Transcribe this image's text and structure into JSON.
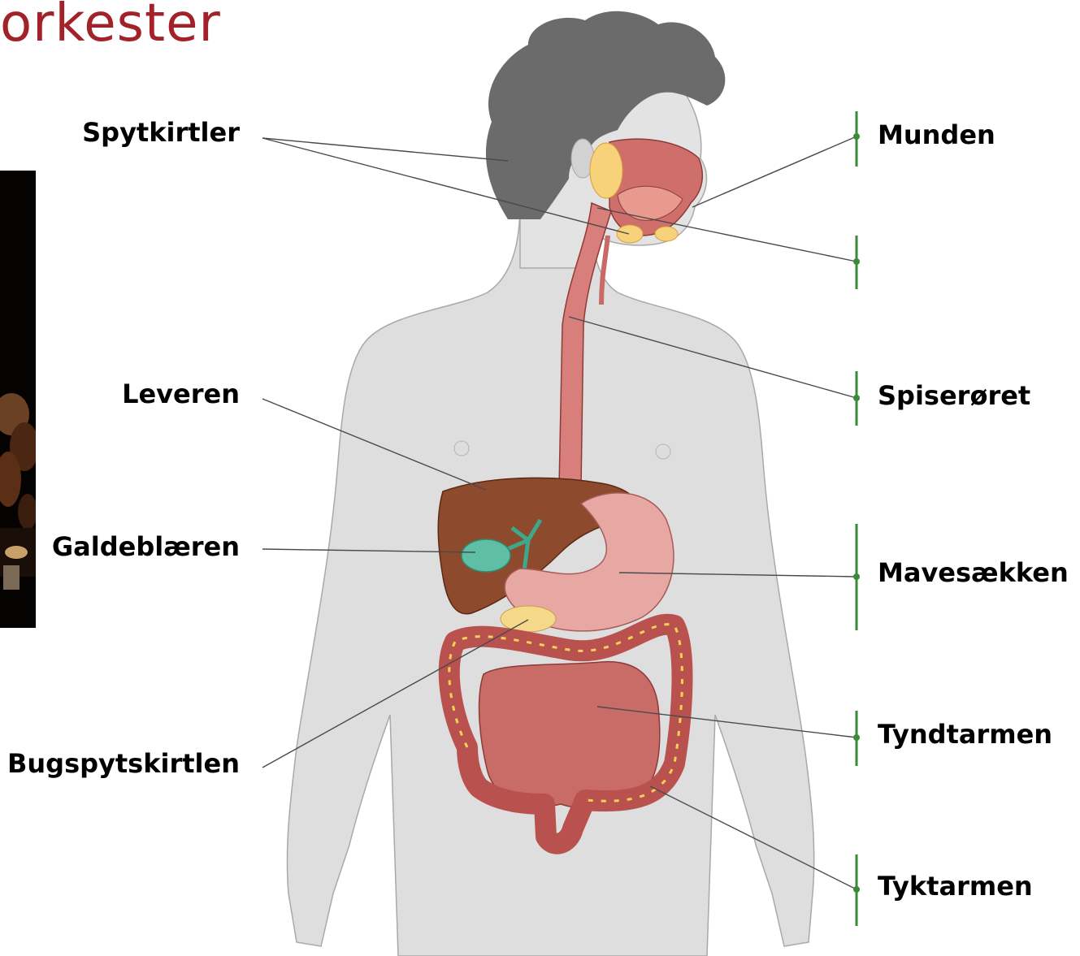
{
  "slide": {
    "title": "orkester"
  },
  "labels": {
    "left": {
      "salivary_glands": "Spytkirtler",
      "liver": "Leveren",
      "gallbladder": "Galdeblæren",
      "pancreas": "Bugspytskirtlen"
    },
    "right": {
      "mouth": "Munden",
      "pharynx": "",
      "esophagus": "Spiserøret",
      "stomach": "Mavesækken",
      "small_intestine": "Tyndtarmen",
      "large_intestine": "Tyktarmen"
    }
  },
  "colors": {
    "title": "#a3222a",
    "marker_bar": "#3a8a3a",
    "body": "#dedede",
    "hair": "#6b6b6b",
    "liver": "#8e4a2c",
    "gallbladder": "#5fbfa5",
    "stomach": "#e7a7a3",
    "intestine": "#b9524e",
    "fat": "#f3d35a"
  }
}
